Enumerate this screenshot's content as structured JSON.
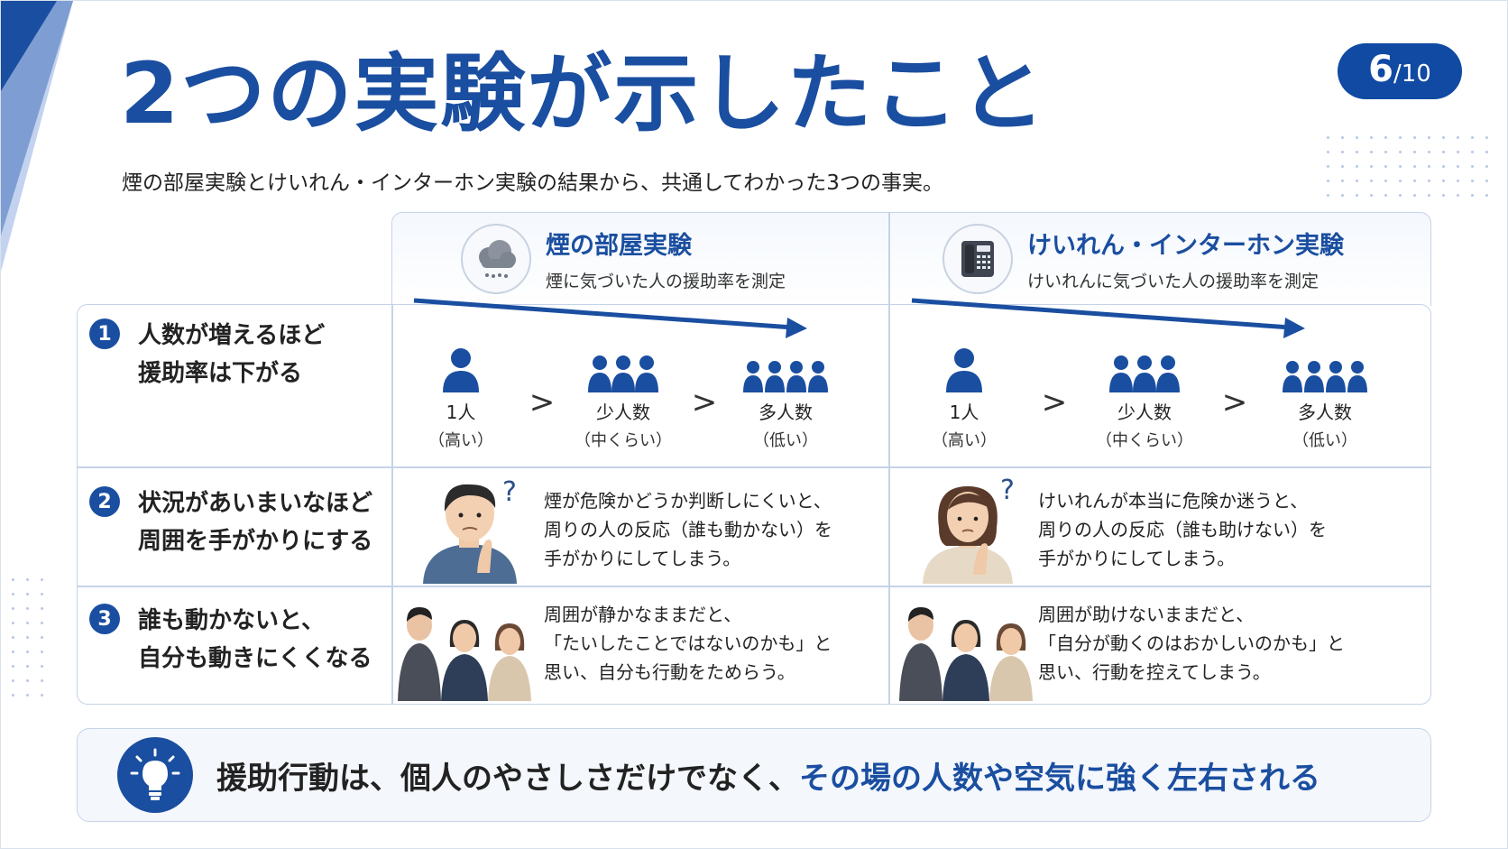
{
  "title": "2つの実験が示したこと",
  "page": {
    "current": "6",
    "total": "/10"
  },
  "subtitle": "煙の部屋実験とけいれん・インターホン実験の結果から、共通してわかった3つの事実。",
  "columns": [
    {
      "title": "煙の部屋実験",
      "sub": "煙に気づいた人の援助率を測定",
      "icon": "smoke-cloud-icon"
    },
    {
      "title": "けいれん・インターホン実験",
      "sub": "けいれんに気づいた人の援助率を測定",
      "icon": "intercom-phone-icon"
    }
  ],
  "rows": [
    {
      "num": "1",
      "line1": "人数が増えるほど",
      "line2": "援助率は下がる"
    },
    {
      "num": "2",
      "line1": "状況があいまいなほど",
      "line2": "周囲を手がかりにする"
    },
    {
      "num": "3",
      "line1": "誰も動かないと、",
      "line2": "自分も動きにくくなる"
    }
  ],
  "trend": {
    "groups": [
      {
        "label": "1人",
        "sub": "（高い）"
      },
      {
        "label": "少人数",
        "sub": "（中くらい）"
      },
      {
        "label": "多人数",
        "sub": "（低い）"
      }
    ],
    "separator": ">"
  },
  "row2": {
    "left": [
      "煙が危険かどうか判断しにくいと、",
      "周りの人の反応（誰も動かない）を",
      "手がかりにしてしまう。"
    ],
    "right": [
      "けいれんが本当に危険か迷うと、",
      "周りの人の反応（誰も助けない）を",
      "手がかりにしてしまう。"
    ]
  },
  "row3": {
    "left": [
      "周囲が静かなままだと、",
      "「たいしたことではないのかも」と",
      "思い、自分も行動をためらう。"
    ],
    "right": [
      "周囲が助けないままだと、",
      "「自分が動くのはおかしいのかも」と",
      "思い、行動を控えてしまう。"
    ]
  },
  "bottom": {
    "text_plain": "援助行動は、個人のやさしさだけでなく、",
    "text_highlight": "その場の人数や空気に強く左右される"
  },
  "colors": {
    "accent": "#1a4ea0",
    "border": "#c6d3e6"
  }
}
